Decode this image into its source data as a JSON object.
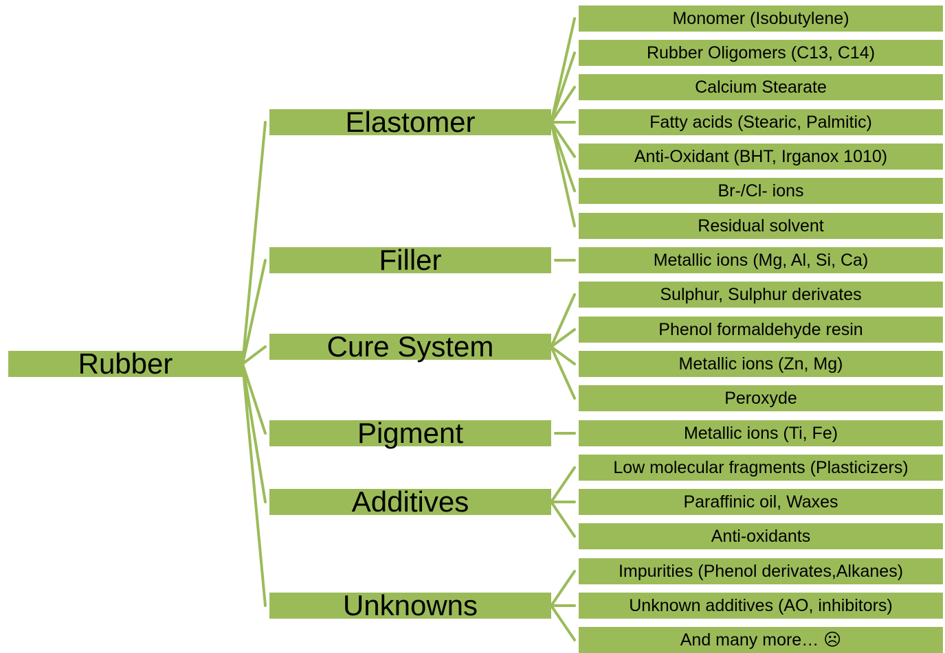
{
  "root": "Rubber",
  "categories": [
    {
      "label": "Elastomer",
      "items": [
        "Monomer (Isobutylene)",
        "Rubber Oligomers (C13, C14)",
        "Calcium Stearate",
        "Fatty acids (Stearic, Palmitic)",
        "Anti-Oxidant (BHT, Irganox 1010)",
        "Br-/Cl- ions",
        "Residual solvent"
      ]
    },
    {
      "label": "Filler",
      "items": [
        "Metallic ions (Mg, Al, Si, Ca)"
      ]
    },
    {
      "label": "Cure System",
      "items": [
        "Sulphur, Sulphur derivates",
        "Phenol formaldehyde resin",
        "Metallic ions (Zn, Mg)",
        "Peroxyde"
      ]
    },
    {
      "label": "Pigment",
      "items": [
        "Metallic ions (Ti, Fe)"
      ]
    },
    {
      "label": "Additives",
      "items": [
        "Low molecular fragments (Plasticizers)",
        "Paraffinic oil, Waxes",
        "Anti-oxidants"
      ]
    },
    {
      "label": "Unknowns",
      "items": [
        "Impurities (Phenol derivates,Alkanes)",
        "Unknown additives (AO, inhibitors)",
        "And many more… ☹"
      ]
    }
  ],
  "colors": {
    "box": "#9bbb59",
    "connector": "#9bbb59",
    "text": "#000000"
  }
}
